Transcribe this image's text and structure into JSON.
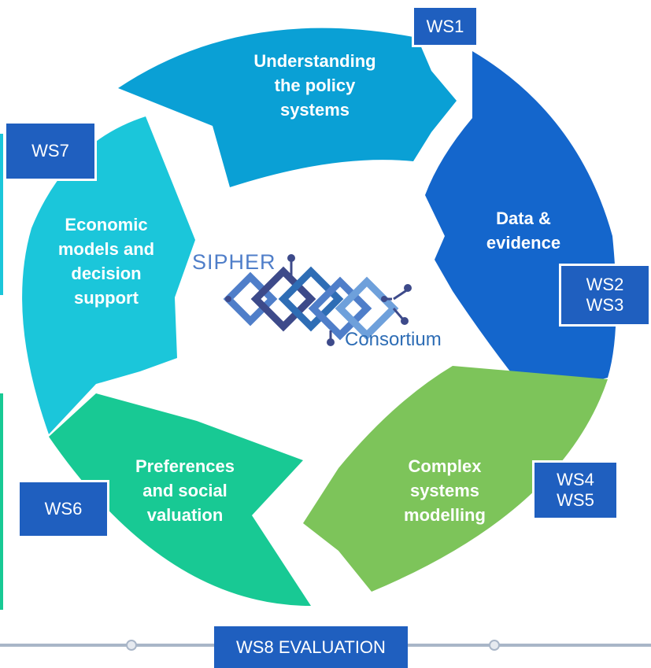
{
  "cycle": {
    "segments": [
      {
        "id": "understanding",
        "label": "Understanding\nthe policy\nsystems",
        "color": "#0aa0d5"
      },
      {
        "id": "data",
        "label": "Data &\nevidence",
        "color": "#1466cc"
      },
      {
        "id": "complex",
        "label": "Complex\nsystems\nmodelling",
        "color": "#7dc45a"
      },
      {
        "id": "preferences",
        "label": "Preferences\nand social\nvaluation",
        "color": "#18c994"
      },
      {
        "id": "economic",
        "label": "Economic\nmodels and\ndecision\nsupport",
        "color": "#1bc6da"
      }
    ],
    "workstreams": {
      "ws1": "WS1",
      "ws23": "WS2\nWS3",
      "ws45": "WS4\nWS5",
      "ws6": "WS6",
      "ws7": "WS7"
    }
  },
  "logo": {
    "name": "SIPHER",
    "subtitle": "Consortium"
  },
  "footer": {
    "label": "WS8 EVALUATION"
  },
  "colors": {
    "ws_box": "#1f5fbf",
    "timeline": "#a9b6c8",
    "logo_blue": "#2e6db5"
  }
}
